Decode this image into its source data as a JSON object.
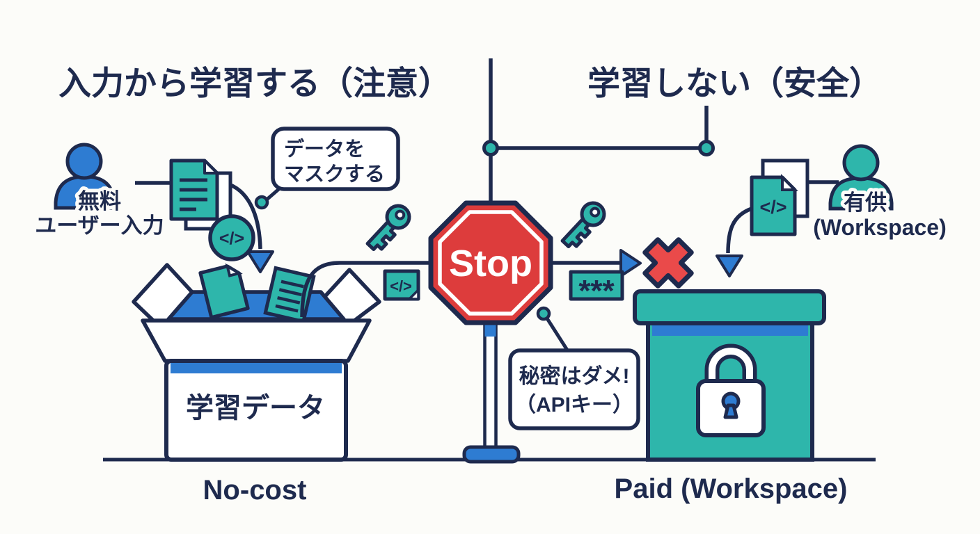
{
  "titles": {
    "left": "入力から学習する（注意）",
    "right": "学習しない（安全）"
  },
  "left": {
    "user_line1": "無料",
    "user_line2": "ユーザー入力",
    "callout_line1": "データを",
    "callout_line2": "マスクする",
    "code_circle": "</>",
    "box_label": "学習データ",
    "bottom_label": "No-cost"
  },
  "center": {
    "stop": "Stop",
    "code_badge": "</>",
    "masked_badge": "***",
    "callout_line1": "秘密はダメ!",
    "callout_line2": "（APIキー）"
  },
  "right": {
    "user_line1": "有供",
    "user_line2": "(Workspace)",
    "doc_code": "</>",
    "bottom_label": "Paid (Workspace)"
  },
  "colors": {
    "navy": "#1e2a4e",
    "blue": "#2e7cd2",
    "teal": "#2eb6ab",
    "stop_red": "#dd3c3c",
    "x_red": "#ea4a4a",
    "background": "#fcfcf9"
  }
}
